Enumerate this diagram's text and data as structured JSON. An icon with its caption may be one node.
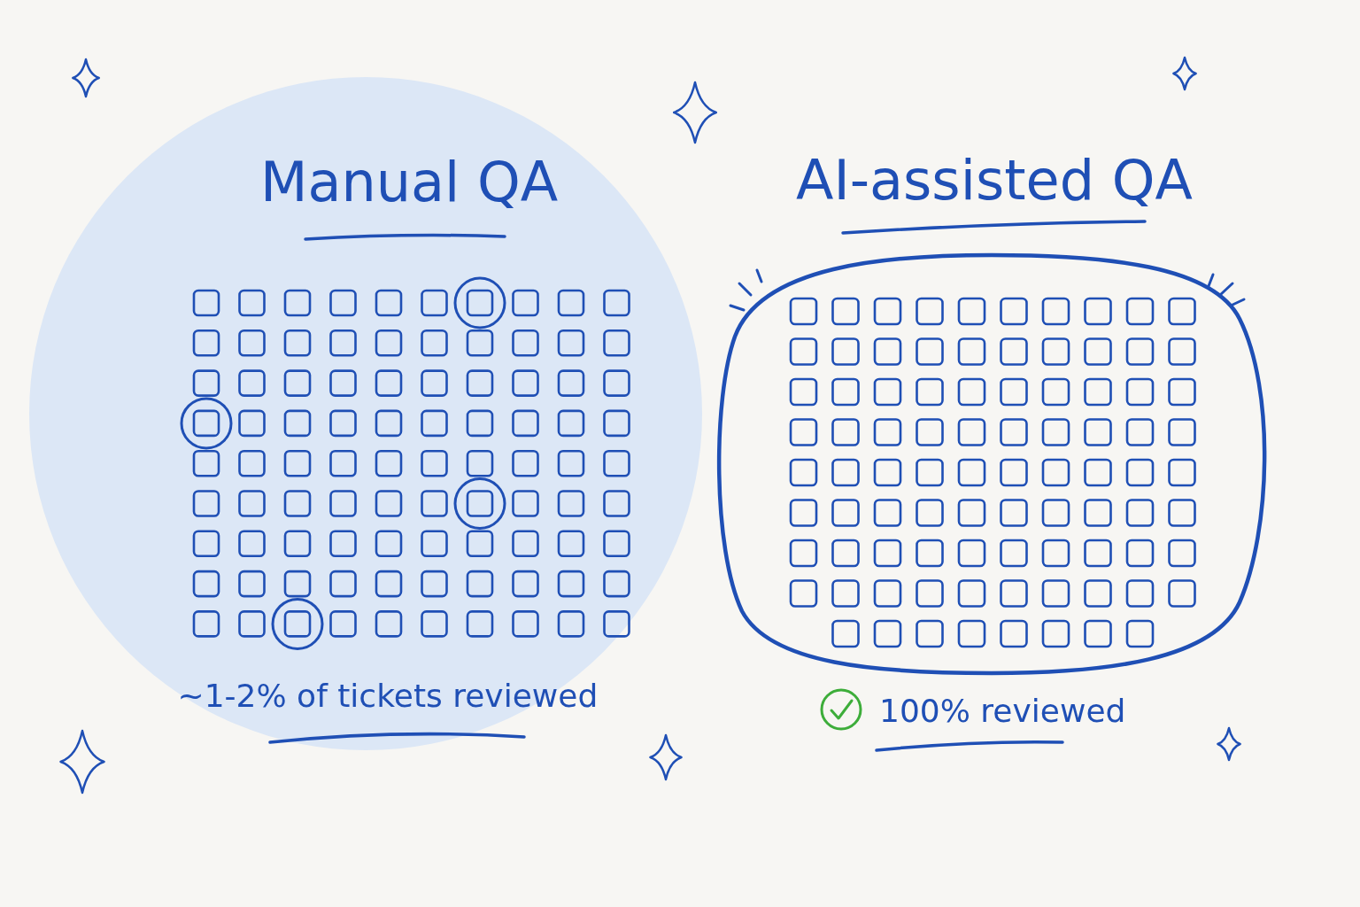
{
  "diagram": {
    "labels": [
      "Manual QA",
      "~1-2% of tickets reviewed",
      "AI-assisted QA",
      "100% reviewed"
    ]
  }
}
